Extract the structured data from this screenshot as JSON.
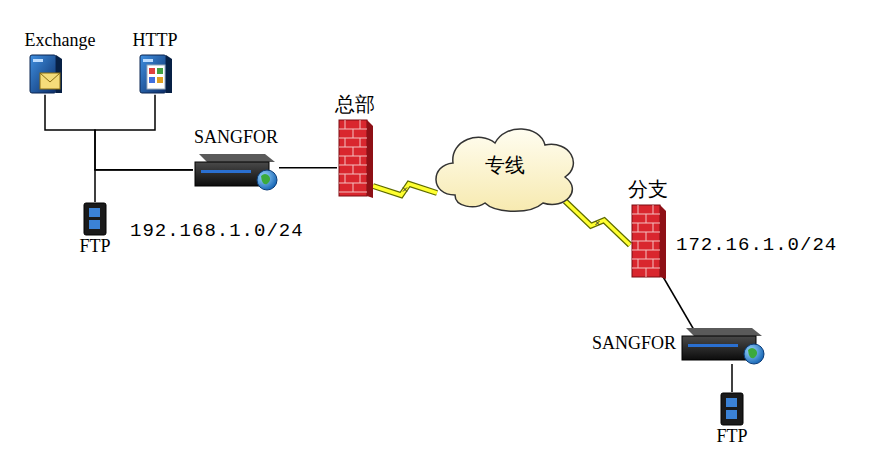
{
  "diagram": {
    "nodes": [
      {
        "text": [
          "Exchange"
        ]
      },
      {
        "text": [
          "HTTP"
        ]
      },
      {
        "text": [
          "FTP"
        ]
      },
      {
        "text": [
          "SANGFOR"
        ]
      },
      {
        "text": [
          "总部"
        ]
      },
      {
        "text": [
          "专线"
        ]
      },
      {
        "text": [
          "分支"
        ]
      },
      {
        "text": [
          "SANGFOR"
        ]
      },
      {
        "text": [
          "FTP"
        ]
      }
    ],
    "edges": [
      {
        "from": 0,
        "to": 3,
        "arrow": "none"
      },
      {
        "from": 1,
        "to": 3,
        "arrow": "none"
      },
      {
        "from": 2,
        "to": 3,
        "arrow": "none"
      },
      {
        "from": 3,
        "to": 4,
        "arrow": "none"
      },
      {
        "from": 4,
        "to": 5,
        "arrow": "none"
      },
      {
        "from": 5,
        "to": 6,
        "arrow": "none"
      },
      {
        "from": 6,
        "to": 7,
        "arrow": "none"
      },
      {
        "from": 7,
        "to": 8,
        "arrow": "none"
      }
    ],
    "labels": [
      "192.168.1.0/24",
      "172.16.1.0/24"
    ]
  }
}
